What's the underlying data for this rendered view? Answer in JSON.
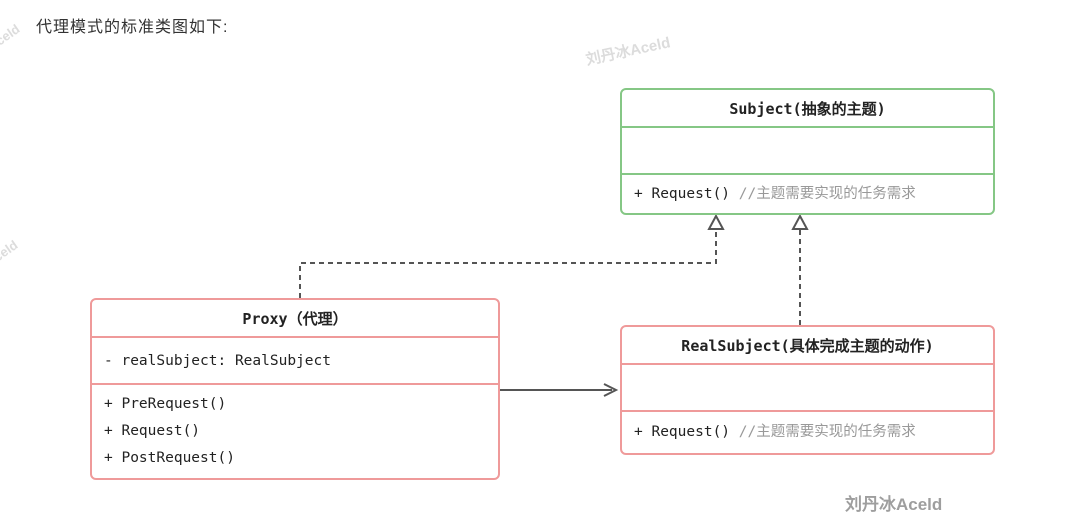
{
  "page": {
    "intro_text": "代理模式的标准类图如下:"
  },
  "colors": {
    "subject_border_green": "#85c785",
    "proxy_border_red": "#ef9a9a",
    "code_text": "#222222",
    "comment_gray": "#999999",
    "arrow_gray": "#555555",
    "watermark_gray": "#9e9e9e"
  },
  "diagram": {
    "subject_class": {
      "title": "Subject(抽象的主题)",
      "methods": [
        {
          "code": "+ Request() ",
          "comment": "//主题需要实现的任务需求"
        }
      ]
    },
    "proxy_class": {
      "title": "Proxy（代理）",
      "attributes": [
        {
          "code": "- realSubject: RealSubject"
        }
      ],
      "methods": [
        {
          "code": "+ PreRequest()"
        },
        {
          "code": "+ Request()"
        },
        {
          "code": "+ PostRequest()"
        }
      ]
    },
    "realsubject_class": {
      "title": "RealSubject(具体完成主题的动作)",
      "methods": [
        {
          "code": "+ Request() ",
          "comment": "//主题需要实现的任务需求"
        }
      ]
    }
  },
  "watermarks": {
    "top_left": "Aceld",
    "top_center": "刘丹冰Aceld",
    "left_edge": "Aceld",
    "bottom_right": "刘丹冰Aceld"
  }
}
